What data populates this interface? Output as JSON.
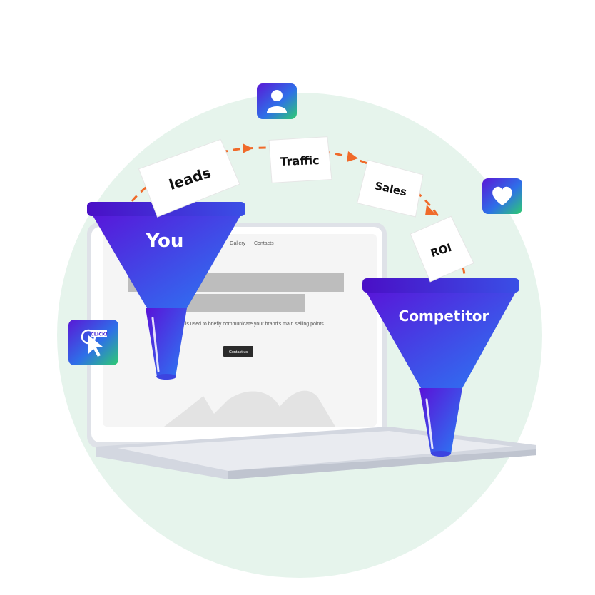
{
  "colors": {
    "background_circle": "#e6f4ec",
    "funnel_start": "#5a12d8",
    "funnel_end": "#2a7cf4",
    "icon_start": "#5a18d6",
    "icon_end": "#2ecc71",
    "flow_arrow": "#f06a2a",
    "laptop_body": "#d9dce3",
    "screen_bg": "#f5f5f5",
    "bar_gray": "#bdbdbd",
    "button_dark": "#2b2b2b"
  },
  "flow": {
    "cards": [
      {
        "label": "leads"
      },
      {
        "label": "Traffic"
      },
      {
        "label": "Sales"
      },
      {
        "label": "ROI"
      }
    ]
  },
  "funnels": {
    "you_label": "You",
    "competitor_label": "Competitor"
  },
  "icons": {
    "user": "user-icon",
    "heart": "heart-icon",
    "click": "click-cursor-icon",
    "click_badge": "CLICK!"
  },
  "website": {
    "nav_items": [
      "Gallery",
      "Contacts"
    ],
    "tagline": "e is used to briefly communicate your brand's main selling points.",
    "button_label": "Contact us"
  }
}
